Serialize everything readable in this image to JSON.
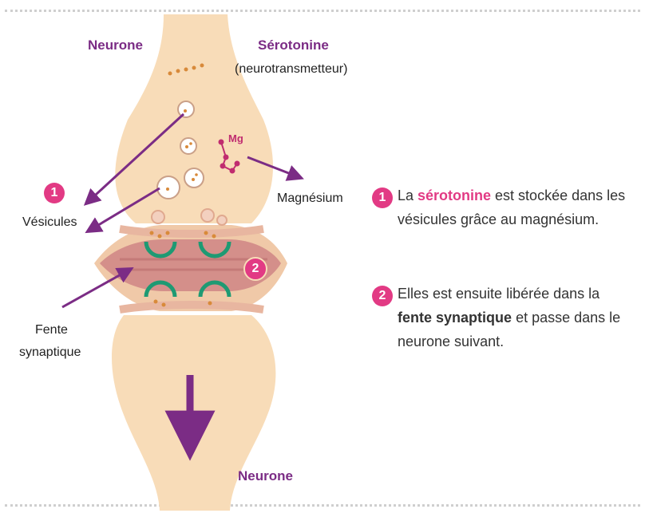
{
  "labels": {
    "neurone_top": "Neurone",
    "serotonine": "Sérotonine",
    "neurotransmetteur": "(neurotransmetteur)",
    "mg": "Mg",
    "magnesium": "Magnésium",
    "vesicules": "Vésicules",
    "fente_line1": "Fente",
    "fente_line2": "synaptique",
    "neurone_bottom": "Neurone",
    "marker_1": "1",
    "marker_2": "2"
  },
  "legend": {
    "item1": {
      "number": "1",
      "prefix": "La ",
      "highlight": "sérotonine",
      "suffix": " est stockée dans les vésicules grâce au magnésium."
    },
    "item2": {
      "number": "2",
      "prefix": "Elles est ensuite libérée dans la ",
      "highlight1": "fente",
      "mid": " ",
      "highlight2": "synaptique",
      "suffix": " et passe dans le neurone suivant."
    }
  },
  "colors": {
    "neuron_fill": "#f8dcb8",
    "cleft_fill": "#d48f8a",
    "purple": "#7b2c85",
    "pink": "#e23a84",
    "receptor_green": "#1e9a73",
    "dot_orange": "#d88a3a"
  }
}
